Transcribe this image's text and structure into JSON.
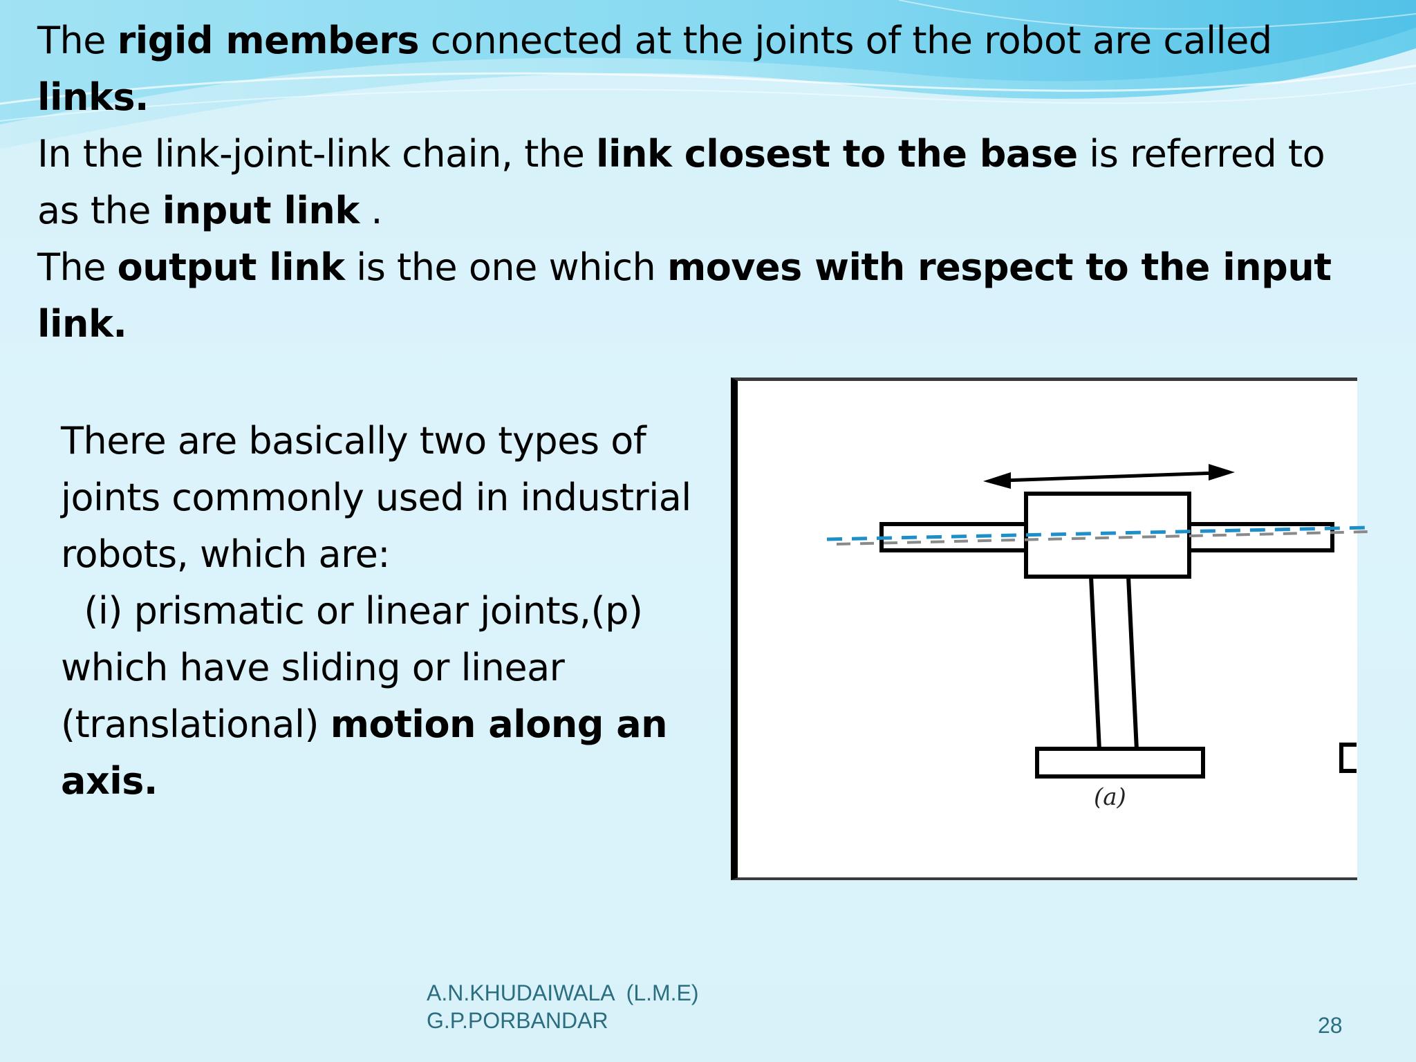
{
  "colors": {
    "background": "#d9f2fa",
    "wave_light": "#a8e6f5",
    "wave_dark": "#4fc3e6",
    "footer_text": "#2a6e80",
    "dashed_axis_blue": "#1f8fc9",
    "dashed_axis_gray": "#8a8a8a"
  },
  "paragraph1": {
    "t1": "The ",
    "b1": "rigid members",
    "t2": " connected at the joints of the robot are called",
    "b2": "links."
  },
  "paragraph2": {
    "t1": " In the link-joint-link chain, the ",
    "b1": "link closest to the base",
    "t2": " is referred to",
    "t3": "as the ",
    "b2": "input link",
    "t4": " ."
  },
  "paragraph3": {
    "t1": "The ",
    "b1": "output link",
    "t2": " is the one which ",
    "b2": "moves with respect to the input",
    "b3": "link."
  },
  "paragraph4": {
    "l1": "There are basically two types of",
    "l2": "joints commonly used in industrial",
    "l3": "robots, which are:",
    "l4": "  (i) prismatic or linear joints,(p)",
    "l5": "which have sliding or linear",
    "l6a": "(translational) ",
    "l6b": "motion along an",
    "l7": "axis."
  },
  "figure": {
    "caption": "(a)",
    "description_icon": "prismatic-joint-diagram"
  },
  "footer": {
    "author_line1": "A.N.KHUDAIWALA  (L.M.E)",
    "author_line2": "G.P.PORBANDAR",
    "page_number": "28"
  }
}
